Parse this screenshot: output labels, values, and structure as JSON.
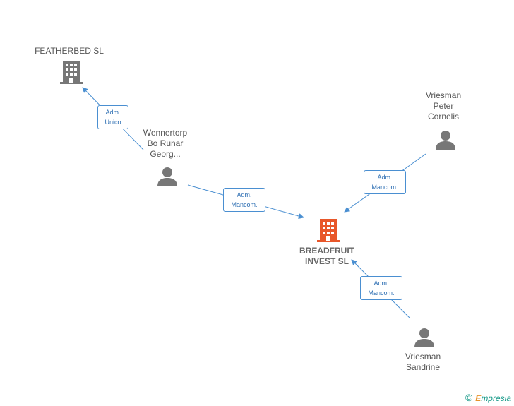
{
  "nodes": {
    "featherbed": {
      "label": "FEATHERBED SL",
      "type": "company"
    },
    "breadfruit": {
      "label": "BREADFRUIT\nINVEST SL",
      "type": "company-main"
    },
    "wennertorp": {
      "label": "Wennertorp\nBo Runar\nGeorg...",
      "type": "person"
    },
    "vriesman_peter": {
      "label": "Vriesman\nPeter\nCornelis",
      "type": "person"
    },
    "vriesman_sandrine": {
      "label": "Vriesman\nSandrine",
      "type": "person"
    }
  },
  "edges": {
    "wennertorp_featherbed": {
      "label": "Adm.\nUnico"
    },
    "wennertorp_breadfruit": {
      "label": "Adm.\nMancom."
    },
    "peter_breadfruit": {
      "label": "Adm.\nMancom."
    },
    "sandrine_breadfruit": {
      "label": "Adm.\nMancom."
    }
  },
  "colors": {
    "edge": "#4a8fd1",
    "company": "#777777",
    "company_main": "#e8572a",
    "person": "#777777"
  },
  "brand": {
    "copyright": "©",
    "name_first": "E",
    "name_rest": "mpresia"
  }
}
